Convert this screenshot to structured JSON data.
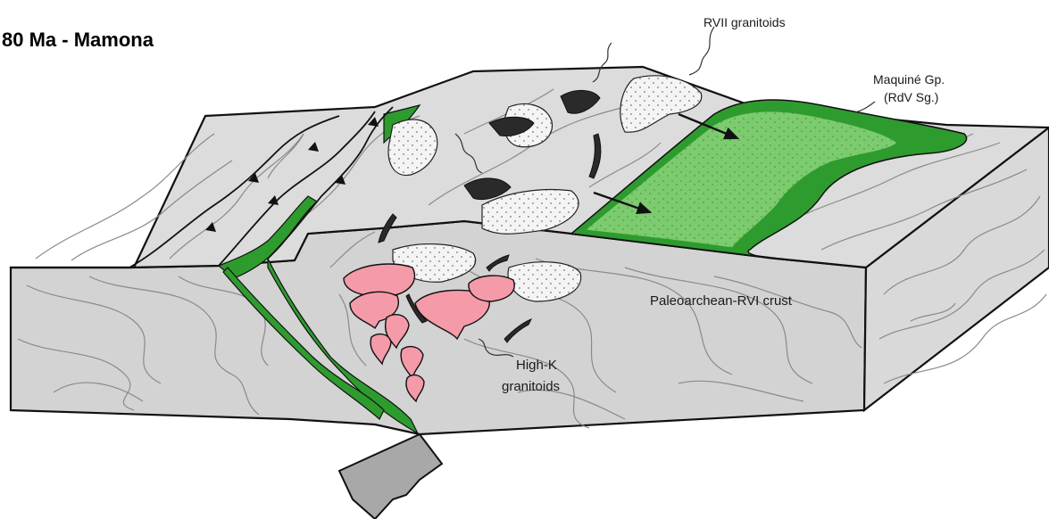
{
  "title": "80 Ma - Mamona",
  "labels": {
    "rvii_granitoids": "RVII granitoids",
    "maquine_line1": "Maquiné Gp.",
    "maquine_line2": "(RdV Sg.)",
    "paleoarchean_crust": "Paleoarchean-RVI crust",
    "highk_line1": "High-K",
    "highk_line2": "granitoids"
  },
  "colors": {
    "crust_gray": "#dcdcdc",
    "crust_front": "#d3d3d3",
    "foliation_line": "#8a8a8a",
    "basin_light_green": "#7ccb6e",
    "basin_dark_green": "#2e9b2e",
    "thrust_green": "#2e9b2e",
    "highk_pink": "#f49aa8",
    "stipple_fill": "#f4f4f4",
    "black_bodies": "#2a2a2a",
    "root_gray": "#a8a8a8"
  }
}
